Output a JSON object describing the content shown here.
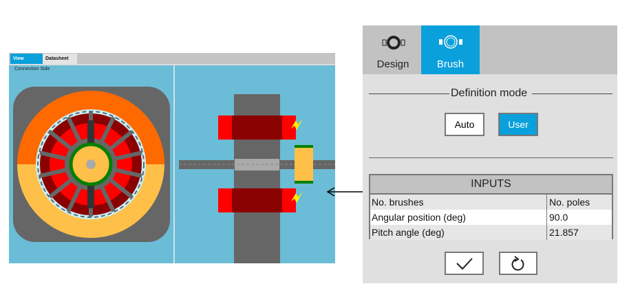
{
  "app": {
    "tabs": [
      "View",
      "Datasheet"
    ],
    "active_tab": "View",
    "view_label": "Connection Side"
  },
  "panel": {
    "tabs": [
      {
        "label": "Design",
        "icon": "design-icon"
      },
      {
        "label": "Brush",
        "icon": "brush-icon"
      }
    ],
    "active_tab": "Brush",
    "definition_mode": {
      "label": "Definition mode",
      "options": [
        "Auto",
        "User"
      ],
      "selected": "User"
    },
    "inputs": {
      "title": "INPUTS",
      "rows": [
        {
          "label": "No. brushes",
          "value": "No. poles"
        },
        {
          "label": "Angular position (deg)",
          "value": "90.0"
        },
        {
          "label": "Pitch angle (deg)",
          "value": "21.857"
        }
      ]
    },
    "actions": [
      {
        "icon": "check-icon"
      },
      {
        "icon": "reset-icon"
      }
    ]
  },
  "colors": {
    "accent": "#0aa0dc",
    "viewport": "#6bbcd6",
    "panel": "#e0e0e0"
  }
}
